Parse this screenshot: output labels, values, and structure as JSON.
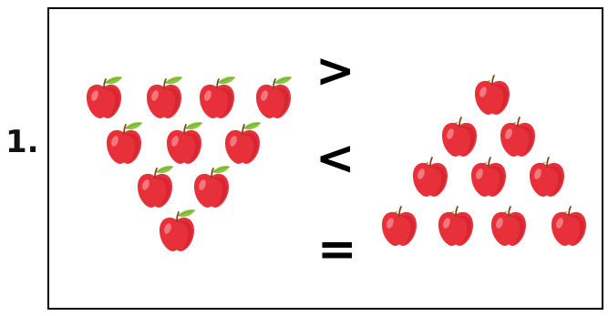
{
  "question": {
    "number_label": "1."
  },
  "left_group": {
    "apple_icon": "red-apple-icon",
    "count": 10,
    "rows": [
      4,
      3,
      2,
      1
    ]
  },
  "right_group": {
    "apple_icon": "red-apple-icon",
    "count": 10,
    "rows": [
      1,
      2,
      3,
      4
    ]
  },
  "symbols": {
    "greater_than": ">",
    "less_than": "<",
    "equals": "="
  },
  "colors": {
    "apple_red": "#e8303a",
    "apple_dark": "#c51f2b",
    "leaf_green": "#8cc63f",
    "leaf_dark": "#6aa52b",
    "stem": "#7a4a1e",
    "border": "#000000"
  }
}
